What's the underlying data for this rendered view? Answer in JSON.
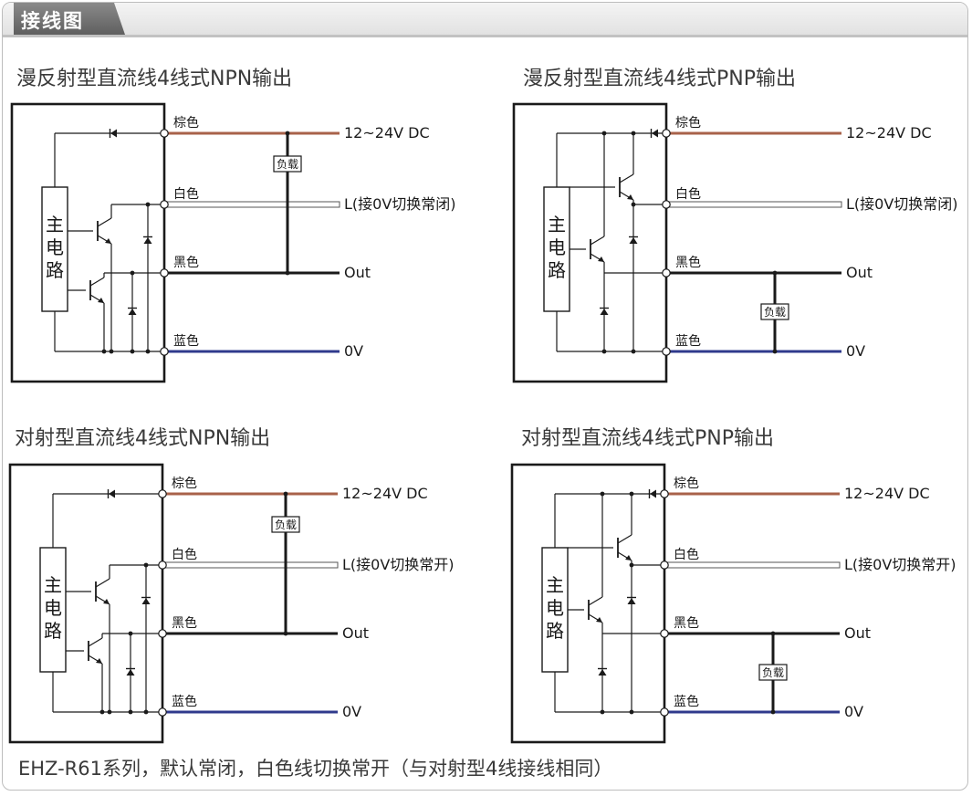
{
  "header": {
    "title": "接线图"
  },
  "diagrams": [
    {
      "title": "漫反射型直流线4线式NPN输出",
      "type": "npn",
      "block_label": [
        "主",
        "电",
        "路"
      ],
      "wires": [
        {
          "color_label": "棕色",
          "terminal": "12~24V DC",
          "wire_color": "#a8624a"
        },
        {
          "color_label": "白色",
          "terminal": "L(接0V切换常闭)",
          "wire_color": "#ffffff"
        },
        {
          "color_label": "黑色",
          "terminal": "Out",
          "wire_color": "#1a1a1a"
        },
        {
          "color_label": "蓝色",
          "terminal": "0V",
          "wire_color": "#2f3a8c"
        }
      ],
      "load_label": "负载"
    },
    {
      "title": "漫反射型直流线4线式PNP输出",
      "type": "pnp",
      "block_label": [
        "主",
        "电",
        "路"
      ],
      "wires": [
        {
          "color_label": "棕色",
          "terminal": "12~24V DC",
          "wire_color": "#a8624a"
        },
        {
          "color_label": "白色",
          "terminal": "L(接0V切换常闭)",
          "wire_color": "#ffffff"
        },
        {
          "color_label": "黑色",
          "terminal": "Out",
          "wire_color": "#1a1a1a"
        },
        {
          "color_label": "蓝色",
          "terminal": "0V",
          "wire_color": "#2f3a8c"
        }
      ],
      "load_label": "负载"
    },
    {
      "title": "对射型直流线4线式NPN输出",
      "type": "npn",
      "block_label": [
        "主",
        "电",
        "路"
      ],
      "wires": [
        {
          "color_label": "棕色",
          "terminal": "12~24V DC",
          "wire_color": "#a8624a"
        },
        {
          "color_label": "白色",
          "terminal": "L(接0V切换常开)",
          "wire_color": "#ffffff"
        },
        {
          "color_label": "黑色",
          "terminal": "Out",
          "wire_color": "#1a1a1a"
        },
        {
          "color_label": "蓝色",
          "terminal": "0V",
          "wire_color": "#2f3a8c"
        }
      ],
      "load_label": "负载"
    },
    {
      "title": "对射型直流线4线式PNP输出",
      "type": "pnp",
      "block_label": [
        "主",
        "电",
        "路"
      ],
      "wires": [
        {
          "color_label": "棕色",
          "terminal": "12~24V DC",
          "wire_color": "#a8624a"
        },
        {
          "color_label": "白色",
          "terminal": "L(接0V切换常开)",
          "wire_color": "#ffffff"
        },
        {
          "color_label": "黑色",
          "terminal": "Out",
          "wire_color": "#1a1a1a"
        },
        {
          "color_label": "蓝色",
          "terminal": "0V",
          "wire_color": "#2f3a8c"
        }
      ],
      "load_label": "负载"
    }
  ],
  "footer": {
    "note": "EHZ-R61系列，默认常闭，白色线切换常开（与对射型4线接线相同）"
  }
}
